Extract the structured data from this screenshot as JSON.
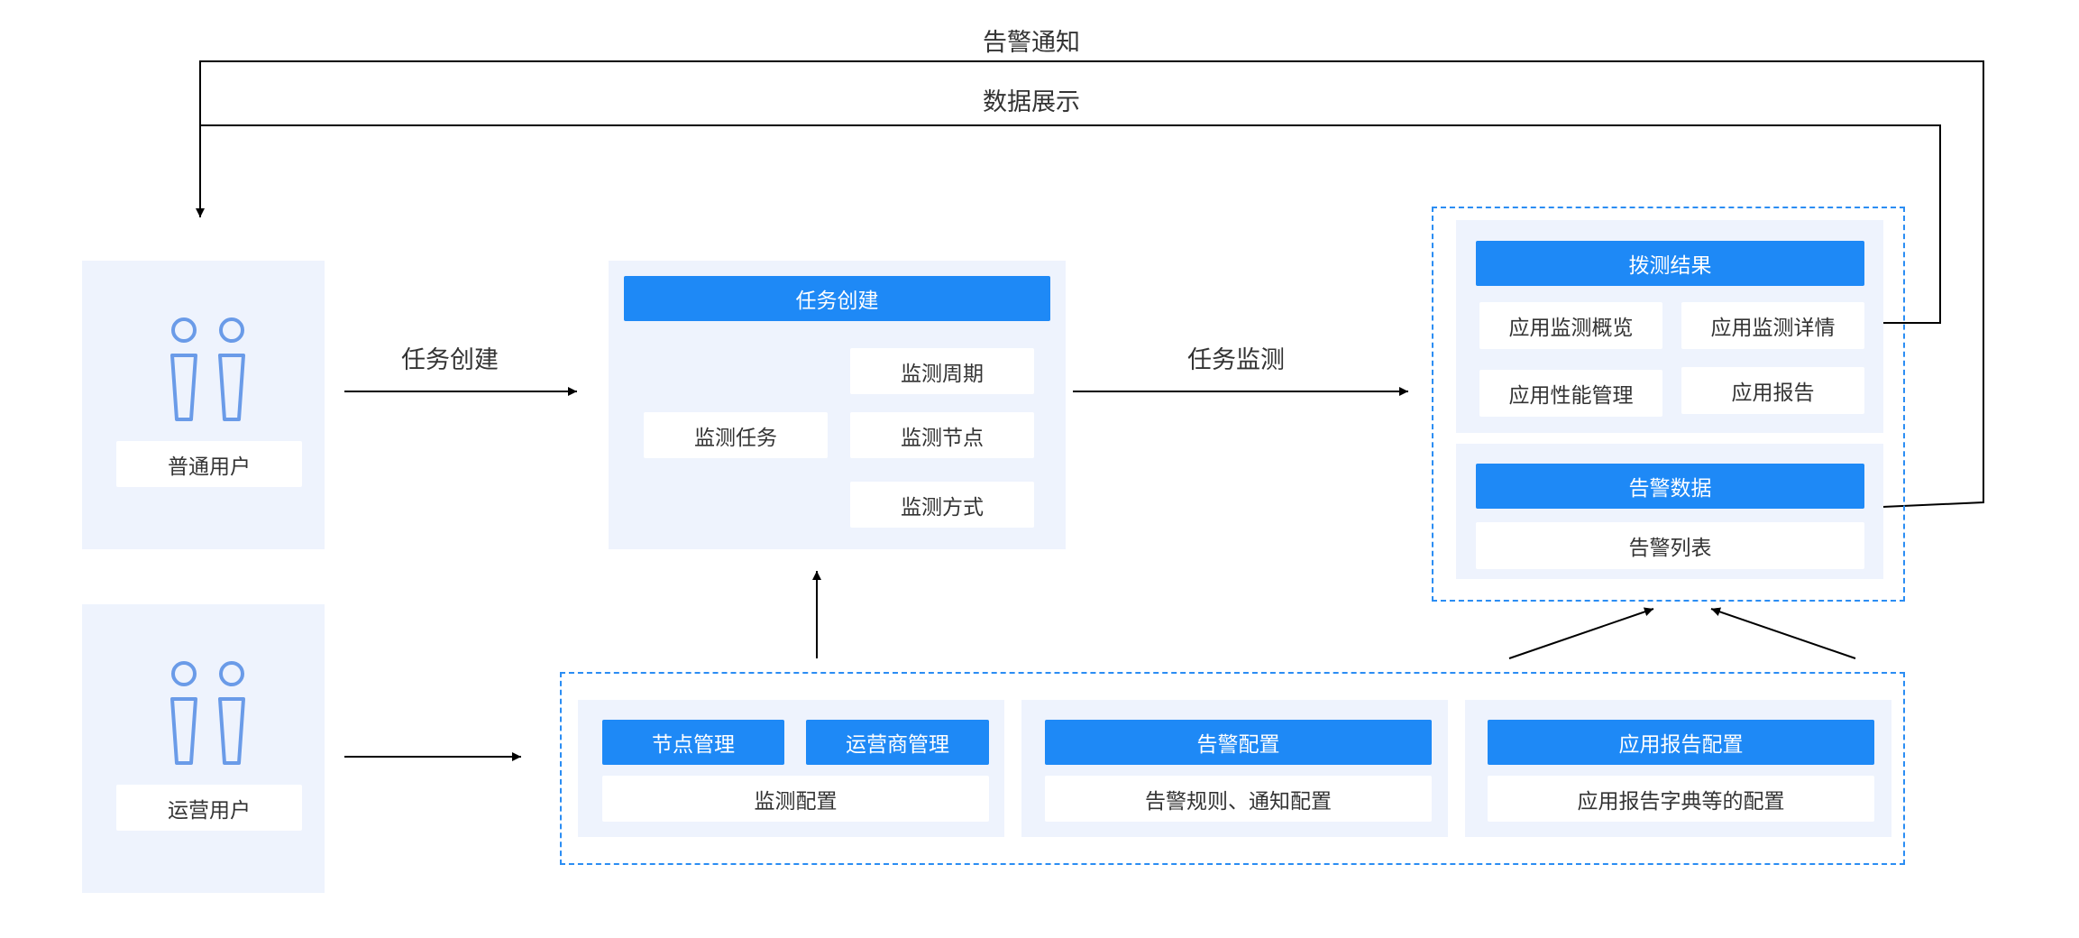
{
  "top_lines": {
    "alert_notify": "告警通知",
    "data_display": "数据展示"
  },
  "users": {
    "normal": "普通用户",
    "operator": "运营用户"
  },
  "arrows": {
    "task_create": "任务创建",
    "task_monitor": "任务监测"
  },
  "task_panel": {
    "header": "任务创建",
    "task": "监测任务",
    "items": [
      "监测周期",
      "监测节点",
      "监测方式"
    ]
  },
  "results_panel": {
    "probe_header": "拨测结果",
    "probe_items": [
      "应用监测概览",
      "应用监测详情",
      "应用性能管理",
      "应用报告"
    ],
    "alert_header": "告警数据",
    "alert_item": "告警列表"
  },
  "config_panel": {
    "node_mgmt": "节点管理",
    "carrier_mgmt": "运营商管理",
    "monitor_config": "监测配置",
    "alert_config": "告警配置",
    "alert_config_desc": "告警规则、通知配置",
    "report_config": "应用报告配置",
    "report_config_desc": "应用报告字典等的配置"
  },
  "colors": {
    "accent": "#1e89f6",
    "panel": "#eef3fd",
    "icon": "#6a9be8",
    "line": "#000000"
  }
}
